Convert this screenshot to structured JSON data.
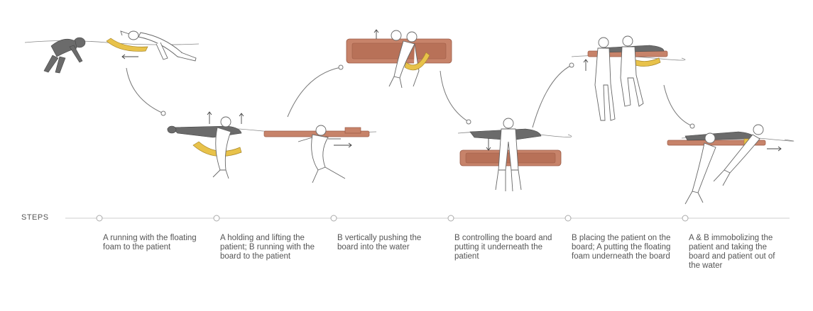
{
  "steps_label": "STEPS",
  "colors": {
    "patient": "#6b6b6b",
    "board": "#c7836a",
    "board_edge": "#9a5a45",
    "foam": "#e8c24a",
    "outline": "#555555",
    "timeline": "#cfcfcf"
  },
  "steps": [
    {
      "text": "A running with the floating foam to the patient"
    },
    {
      "text": "A holding and lifting the patient; B running with the board to the patient"
    },
    {
      "text": "B vertically pushing the board into the water"
    },
    {
      "text": "B controlling the board and putting it underneath the patient"
    },
    {
      "text": "B placing the patient on the board; A putting the floating foam underneath the board"
    },
    {
      "text": "A & B immobolizing the patient and taking the board and patient out of the water"
    }
  ]
}
